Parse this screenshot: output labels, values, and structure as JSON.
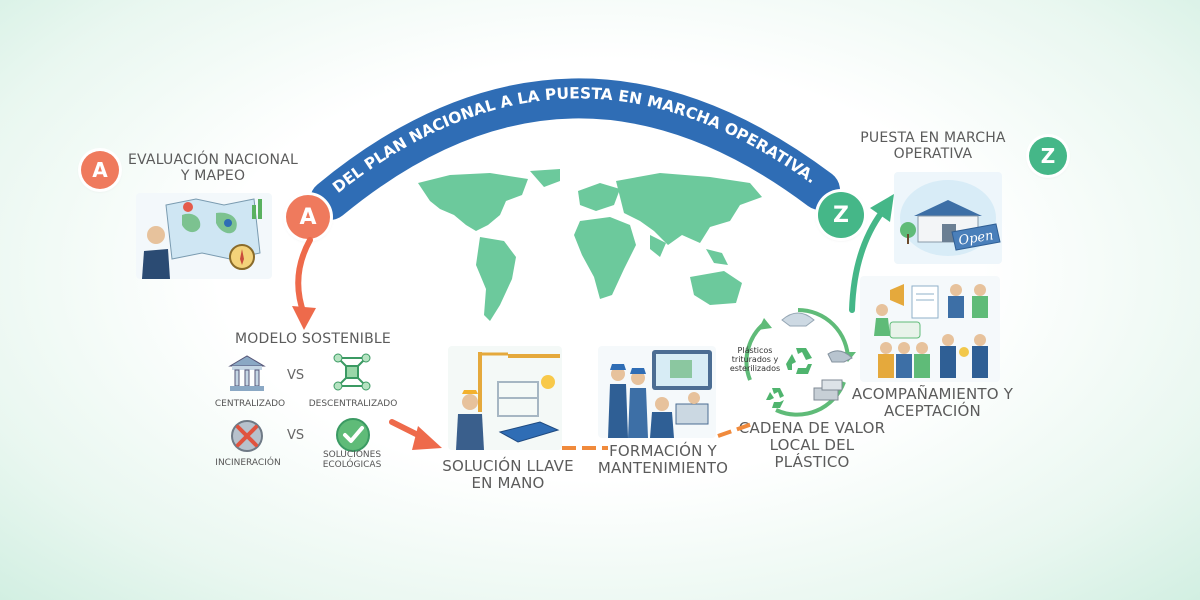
{
  "arc_title": "DEL PLAN NACIONAL A LA PUESTA EN MARCHA OPERATIVA.",
  "markers": {
    "a": "A",
    "z": "Z"
  },
  "steps": {
    "evaluacion": "EVALUACIÓN NACIONAL Y MAPEO",
    "modelo": "MODELO SOSTENIBLE",
    "solucion": "SOLUCIÓN LLAVE EN MANO",
    "formacion": "FORMACIÓN Y MANTENIMIENTO",
    "cadena": "CADENA DE VALOR LOCAL DEL PLÁSTICO",
    "acompanamiento": "ACOMPAÑAMIENTO Y ACEPTACIÓN",
    "puesta": "PUESTA EN MARCHA OPERATIVA"
  },
  "modelo_opciones": {
    "vs": "VS",
    "centralizado": "CENTRALIZADO",
    "descentralizado": "DESCENTRALIZADO",
    "incineracion": "INCINERACIÓN",
    "soluciones": "SOLUCIONES ECOLÓGICAS"
  },
  "cadena_note": "Plásticos triturados y esterilizados",
  "open_sign": "Open",
  "colors": {
    "arc_blue": "#2f6db5",
    "marker_orange": "#ef7a5d",
    "marker_green": "#45b788",
    "arrow_orange": "#ee6a4b",
    "map_green": "#6cc99c",
    "dash_orange": "#f08a3c"
  }
}
